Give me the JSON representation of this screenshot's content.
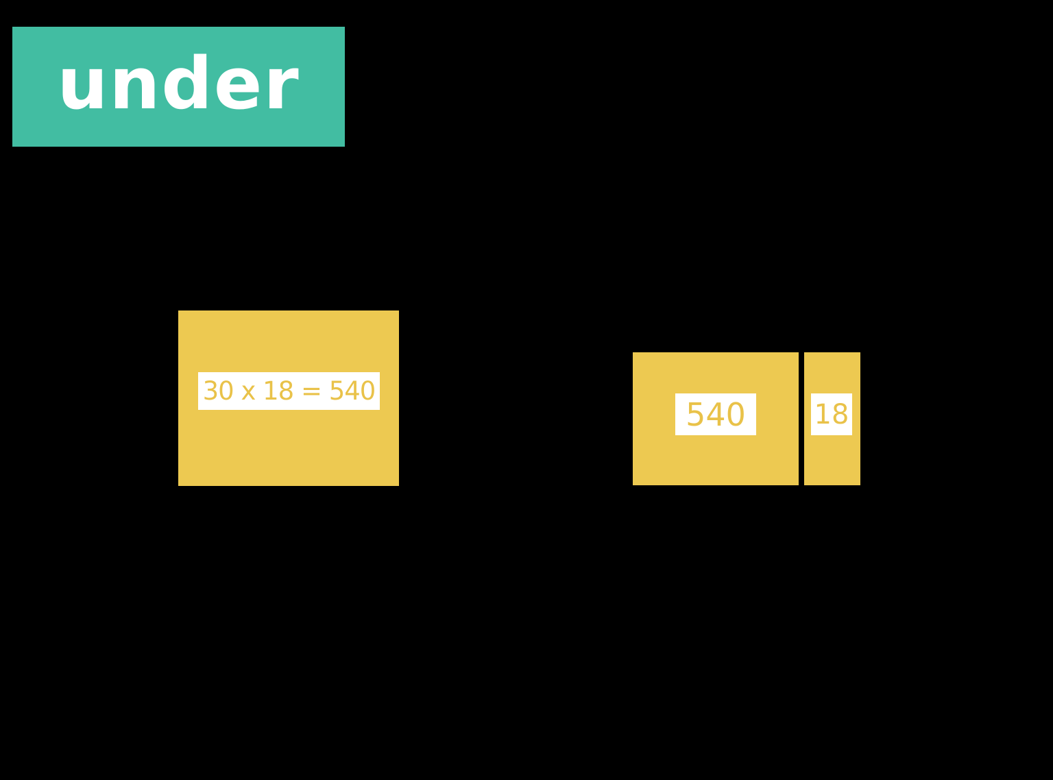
{
  "banner": {
    "label": "under"
  },
  "area_model": {
    "left_block": {
      "equation": "30 x 18 = 540"
    },
    "right_group": {
      "total_block": {
        "value": "540"
      },
      "factor_block": {
        "value": "18"
      }
    }
  },
  "colors": {
    "background": "#000000",
    "banner-bg": "#42BDA2",
    "banner-text": "#FFFFFF",
    "block-fill": "#EDC951",
    "label-bg": "#FFFFFF",
    "label-text": "#E9C249"
  }
}
